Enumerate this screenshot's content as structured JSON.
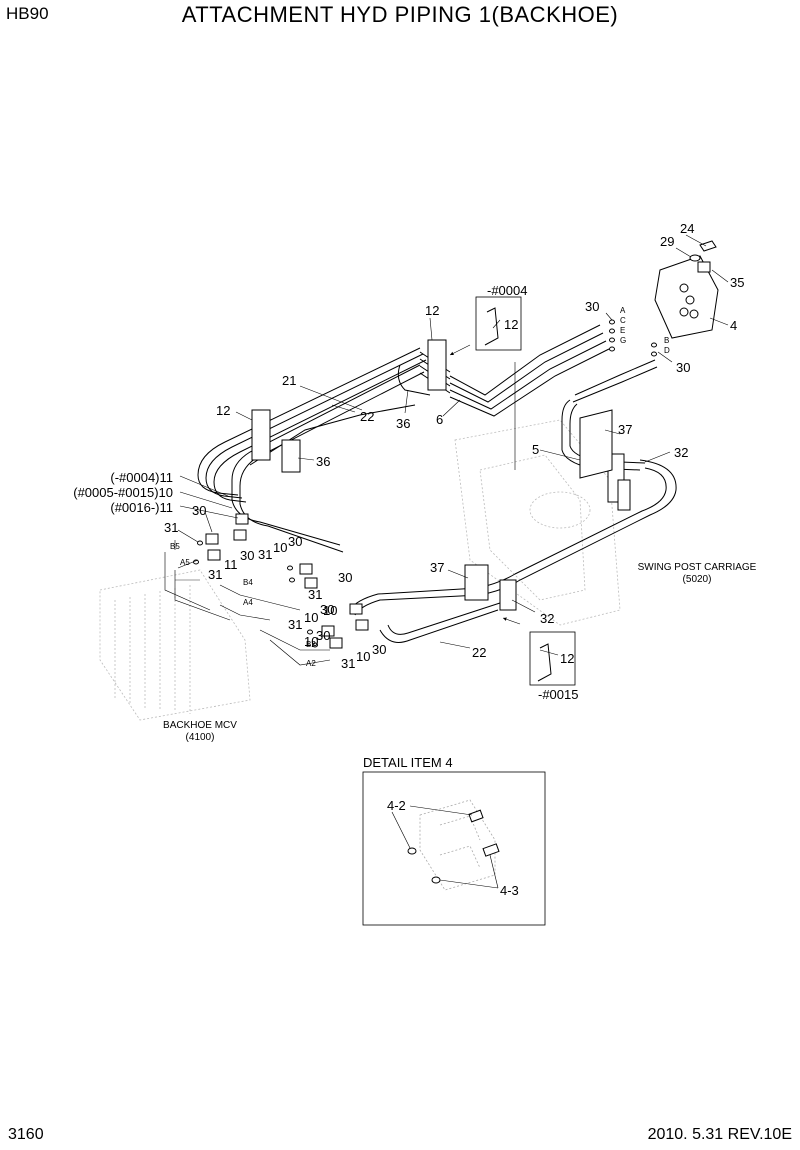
{
  "header": {
    "model": "HB90",
    "title": "ATTACHMENT HYD PIPING 1(BACKHOE)"
  },
  "footer": {
    "page_number": "3160",
    "revision": "2010. 5.31  REV.10E"
  },
  "callouts": {
    "c24": "24",
    "c29": "29",
    "c35": "35",
    "c4": "4",
    "c30a": "30",
    "c30b": "30",
    "port_a": "A",
    "port_c": "C",
    "port_e": "E",
    "port_g": "G",
    "port_b": "B",
    "port_d": "D",
    "serial_0004": "-#0004",
    "c12_box1": "12",
    "c12_top": "12",
    "c21": "21",
    "c22_top": "22",
    "c36_mid": "36",
    "c6": "6",
    "c12_left": "12",
    "c36_left": "36",
    "c5": "5",
    "c37_right": "37",
    "c32_right": "32",
    "serial_a": "(-#0004)11",
    "serial_b": "(#0005-#0015)10",
    "serial_c": "(#0016-)11",
    "c30_l1": "30",
    "c31_l1": "31",
    "c30_l2": "30",
    "c31_l2": "31",
    "c11_l": "11",
    "c31_m1": "31",
    "c10_m1": "10",
    "c30_m1": "30",
    "c30_m2": "30",
    "c31_m2": "31",
    "c30_m3": "30",
    "c31_m3": "31",
    "c10_m3": "10",
    "c10_m4": "10",
    "c31_m4": "31",
    "c30_m4": "30",
    "c37_mid": "37",
    "c32_mid": "32",
    "c22_bot": "22",
    "c12_box2": "12",
    "serial_0015": "-#0015",
    "port_b5": "B5",
    "port_a5": "A5",
    "port_b4": "B4",
    "port_a4": "A4",
    "port_b2": "B2",
    "port_a2": "A2",
    "swing_label": "SWING POST CARRIAGE",
    "swing_code": "(5020)",
    "mcv_label": "BACKHOE MCV",
    "mcv_code": "(4100)"
  },
  "detail": {
    "title": "DETAIL ITEM 4",
    "c4_2": "4-2",
    "c4_3": "4-3"
  }
}
